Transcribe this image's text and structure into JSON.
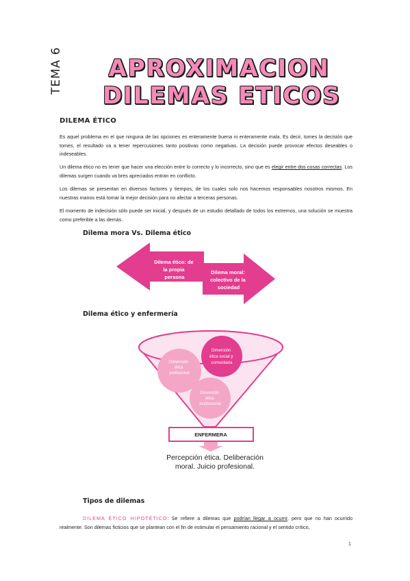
{
  "header": {
    "tema": "TEMA 6",
    "title_line1": "APROXIMACION",
    "title_line2": "DILEMAS ETICOS"
  },
  "section1": {
    "heading": "DILEMA ÉTICO",
    "p1": "Es aquel problema en el que ninguna de las opciones es enteramente buena ni enteramente mala. Es decir, tomes la decisión que tomes, el resultado va a tener repercusiones tanto positivas como negativas. La decisión puede provocar efectos deseables o indeseables.",
    "p2_a": "Un dilema ético no es tener que hacer una elección entre lo correcto y lo incorrecto, sino que es ",
    "p2_u": "elegir entre dos cosas correctas",
    "p2_b": ". Los dilemas surgen cuando va bres apreciados entran en conflicto.",
    "p3": "Los dilemas se presentan en diversos factores y tiempos, de los cuales solo nos hacemos responsables nosotros mismos. En nuestras manos está tomar la mejor decisión para no afectar a terceras personas.",
    "p4": "El momento de indecisión sólo puede ser inicial, y después de un estudio detallado de todos los extremos, una solución se muestra como preferible a las demás."
  },
  "diagram1": {
    "subhead": "Dilema mora Vs. Dilema ético",
    "left_line1": "Dilema ético: de",
    "left_line2": "la propia",
    "left_line3": "persona",
    "right_line1": "Dilema moral:",
    "right_line2": "colectivo de la",
    "right_line3": "sociedad"
  },
  "diagram2": {
    "subhead": "Dilema ético y enfermería",
    "c1_line1": "Dimensión",
    "c1_line2": "ética",
    "c1_line3": "profesional",
    "c2_line1": "Dimensión",
    "c2_line2": "ética social y",
    "c2_line3": "comunitaria",
    "c3_line1": "Dimensión",
    "c3_line2": "ética",
    "c3_line3": "institucional",
    "base_label": "ENFERMERA",
    "caption_line1": "Percepción ética. Deliberación",
    "caption_line2": "moral. Juicio profesional."
  },
  "section2": {
    "subhead": "Tipos de dilemas",
    "label": "DILEMA ÉTICO HIPOTÉTICO",
    "text_a": ": Se refiere a dilemas que ",
    "text_u": "podrían llegar a ocurrir",
    "text_b": ", pero que no han ocurrido realmente. Son dilemas ficticios que se plantean con el fin de estimular el pensamiento racional y el sentido crítico,"
  },
  "footer": {
    "page_number": "1"
  },
  "colors": {
    "accent_pink": "#e23d8f",
    "light_pink": "#f4a6c6",
    "title_pink": "#f58ab8",
    "funnel_fill": "#fbe4ef"
  }
}
